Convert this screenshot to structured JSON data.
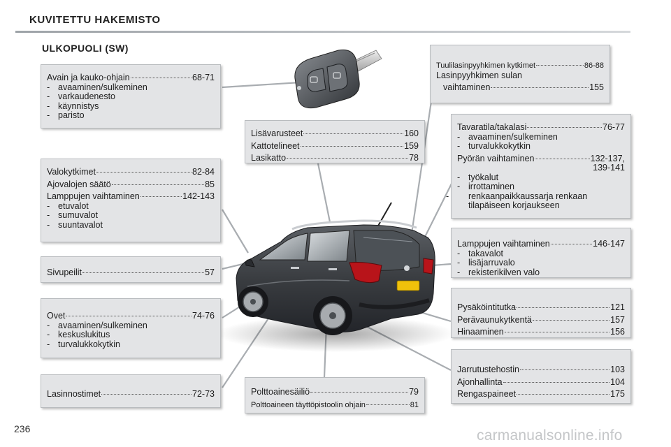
{
  "header": {
    "title": "KUVITETTU HAKEMISTO"
  },
  "section": {
    "title": "ULKOPUOLI (SW)"
  },
  "boxes": {
    "avain": {
      "line1_text": "Avain ja kauko-ohjain",
      "line1_page": "68-71",
      "subs": [
        "avaaminen/sulkeminen",
        "varkaudenesto",
        "käynnistys",
        "paristo"
      ]
    },
    "valot": {
      "line1_text": "Valokytkimet",
      "line1_page": "82-84",
      "line2_text": "Ajovalojen säätö",
      "line2_page": "85",
      "line3_text": "Lamppujen vaihtaminen",
      "line3_page": "142-143",
      "subs": [
        "etuvalot",
        "sumuvalot",
        "suuntavalot"
      ]
    },
    "sivupeilit": {
      "text": "Sivupeilit",
      "page": "57"
    },
    "ovet": {
      "line1_text": "Ovet",
      "line1_page": "74-76",
      "subs": [
        "avaaminen/sulkeminen",
        "keskuslukitus",
        "turvalukkokytkin"
      ]
    },
    "lasinnostimet": {
      "text": "Lasinnostimet",
      "page": "72-73"
    },
    "lisavarusteet": {
      "line1_text": "Lisävarusteet",
      "line1_page": "160",
      "line2_text": "Kattotelineet",
      "line2_page": "159",
      "line3_text": "Lasikatto",
      "line3_page": "78"
    },
    "polttoaine": {
      "line1_text": "Polttoainesäiliö",
      "line1_page": "79",
      "line2_text": "Polttoaineen täyttöpistoolin ohjain",
      "line2_page": "81"
    },
    "tuulilasi": {
      "line1_text": "Tuulilasinpyyhkimen kytkimet",
      "line1_page": "86-88",
      "line2_text": "Lasinpyyhkimen sulan",
      "line3_text": "vaihtaminen",
      "line3_page": "155"
    },
    "tavaratila": {
      "line1_text": "Tavaratila/takalasi",
      "line1_page": "76-77",
      "subs_a": [
        "avaaminen/sulkeminen",
        "turvalukkokytkin"
      ],
      "line2_text": "Pyörän vaihtaminen",
      "line2_page": "132-137,",
      "line2_cont": "139-141",
      "subs_b": [
        "työkalut",
        "irrottaminen"
      ],
      "sub_long": "renkaanpaikkaussarja renkaan tilapäiseen korjaukseen"
    },
    "lamput_taka": {
      "line1_text": "Lamppujen vaihtaminen",
      "line1_page": "146-147",
      "subs": [
        "takavalot",
        "lisäjarruvalo",
        "rekisterikilven valo"
      ]
    },
    "pysakointi": {
      "line1_text": "Pysäköintitutka",
      "line1_page": "121",
      "line2_text": "Perävaunukytkentä",
      "line2_page": "157",
      "line3_text": "Hinaaminen",
      "line3_page": "156"
    },
    "jarrut": {
      "line1_text": "Jarrutustehostin",
      "line1_page": "103",
      "line2_text": "Ajonhallinta",
      "line2_page": "104",
      "line3_text": "Rengaspaineet",
      "line3_page": "175"
    }
  },
  "icons": {
    "car": "car-illustration",
    "key": "key-fob-icon"
  },
  "colors": {
    "box_bg": "#e3e4e6",
    "car_body": "#3a3d41"
  },
  "page_number": "236",
  "watermark": "carmanualsonline.info"
}
